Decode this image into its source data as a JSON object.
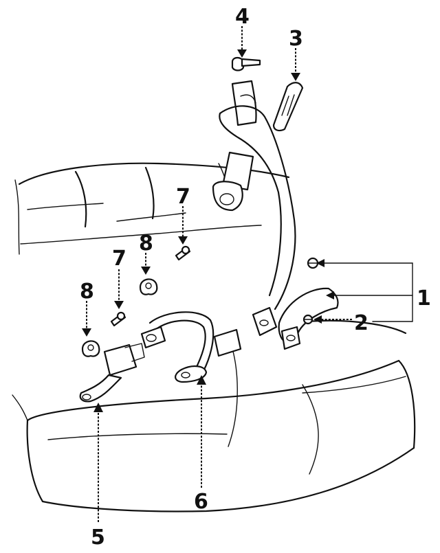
{
  "callouts": {
    "c1": "1",
    "c2": "2",
    "c3": "3",
    "c4": "4",
    "c5": "5",
    "c6": "6",
    "c7a": "7",
    "c7b": "7",
    "c8a": "8",
    "c8b": "8"
  }
}
